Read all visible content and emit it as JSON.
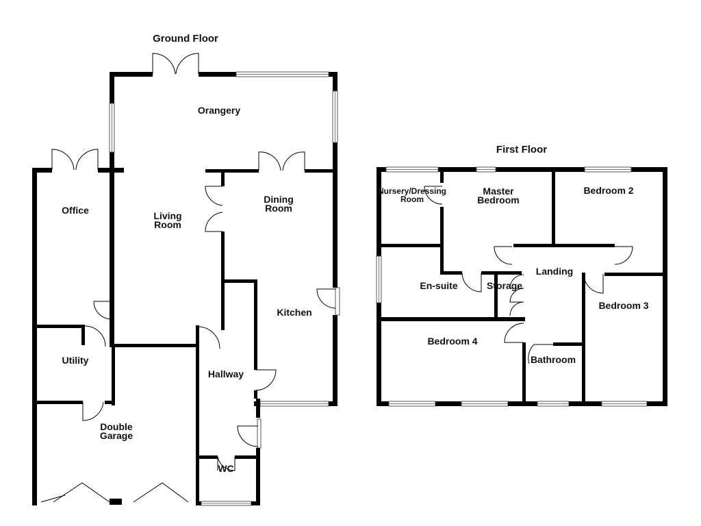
{
  "floors": {
    "ground": {
      "title": "Ground Floor",
      "rooms": {
        "orangery": "Orangery",
        "office": "Office",
        "living_line1": "Living",
        "living_line2": "Room",
        "dining_line1": "Dining",
        "dining_line2": "Room",
        "kitchen": "Kitchen",
        "utility": "Utility",
        "hallway": "Hallway",
        "garage_line1": "Double",
        "garage_line2": "Garage",
        "wc": "WC"
      }
    },
    "first": {
      "title": "First Floor",
      "rooms": {
        "nursery_line1": "Nursery/Dressing",
        "nursery_line2": "Room",
        "master_line1": "Master",
        "master_line2": "Bedroom",
        "bedroom2": "Bedroom 2",
        "landing": "Landing",
        "ensuite": "En-suite",
        "storage": "Storage",
        "bedroom3": "Bedroom 3",
        "bedroom4": "Bedroom 4",
        "bathroom": "Bathroom"
      }
    }
  },
  "colors": {
    "wall": "#000000",
    "background": "#ffffff"
  }
}
